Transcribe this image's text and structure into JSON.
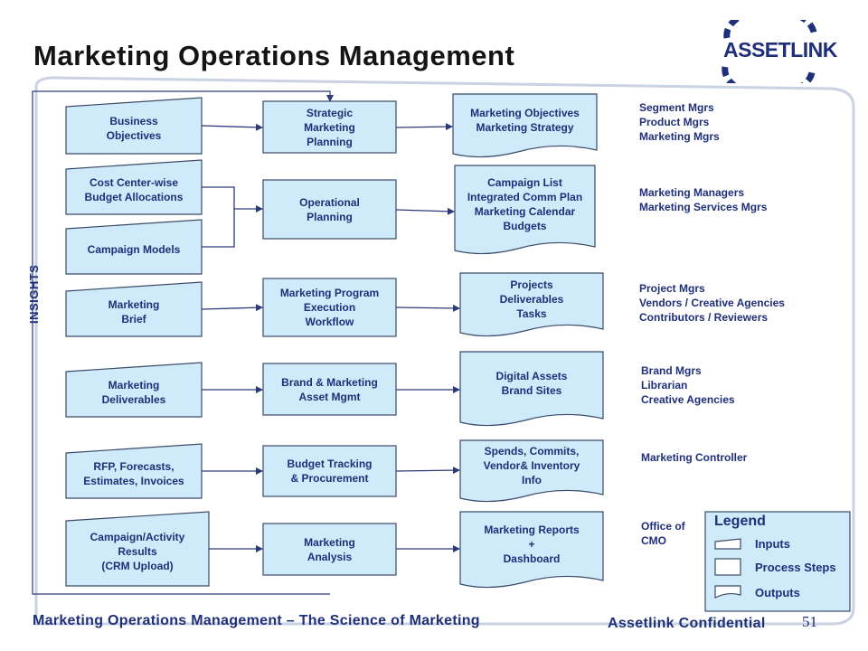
{
  "slide": {
    "title": "Marketing Operations Management",
    "footer_left": "Marketing Operations Management  –  The Science of Marketing",
    "footer_right": "Assetlink Confidential",
    "page_number": "51",
    "logo_text": "ASSETLINK",
    "insights_label": "INSIGHTS"
  },
  "inputs": [
    {
      "id": "business-objectives",
      "text": "Business\nObjectives"
    },
    {
      "id": "cost-center-budget",
      "text": "Cost Center-wise\nBudget Allocations"
    },
    {
      "id": "campaign-models",
      "text": "Campaign Models"
    },
    {
      "id": "marketing-brief",
      "text": "Marketing\nBrief"
    },
    {
      "id": "marketing-deliverables",
      "text": "Marketing\nDeliverables"
    },
    {
      "id": "rfp-forecasts",
      "text": "RFP, Forecasts,\nEstimates, Invoices"
    },
    {
      "id": "campaign-activity-results",
      "text": "Campaign/Activity\nResults\n(CRM Upload)"
    }
  ],
  "processes": [
    {
      "id": "strategic-marketing-planning",
      "text": "Strategic\nMarketing\nPlanning"
    },
    {
      "id": "operational-planning",
      "text": "Operational\nPlanning"
    },
    {
      "id": "marketing-program-execution",
      "text": "Marketing Program\nExecution\nWorkflow"
    },
    {
      "id": "brand-marketing-asset-mgmt",
      "text": "Brand & Marketing\nAsset Mgmt"
    },
    {
      "id": "budget-tracking",
      "text": "Budget Tracking\n& Procurement"
    },
    {
      "id": "marketing-analysis",
      "text": "Marketing\nAnalysis"
    }
  ],
  "outputs": [
    {
      "id": "objectives-strategy",
      "text": "Marketing Objectives\nMarketing Strategy"
    },
    {
      "id": "campaign-list",
      "text": "Campaign List\nIntegrated Comm Plan\nMarketing Calendar\nBudgets"
    },
    {
      "id": "projects-deliverables",
      "text": "Projects\nDeliverables\nTasks"
    },
    {
      "id": "digital-assets",
      "text": "Digital Assets\nBrand Sites"
    },
    {
      "id": "spends-commits",
      "text": "Spends, Commits,\nVendor& Inventory\nInfo"
    },
    {
      "id": "marketing-reports",
      "text": "Marketing Reports\n+\nDashboard"
    }
  ],
  "roles": [
    {
      "id": "segment-mgrs",
      "text": "Segment Mgrs\nProduct Mgrs\nMarketing Mgrs"
    },
    {
      "id": "marketing-managers",
      "text": "Marketing Managers\nMarketing Services Mgrs"
    },
    {
      "id": "project-mgrs",
      "text": "Project Mgrs\nVendors / Creative Agencies\nContributors / Reviewers"
    },
    {
      "id": "brand-mgrs",
      "text": "Brand Mgrs\nLibrarian\nCreative Agencies"
    },
    {
      "id": "marketing-controller",
      "text": "Marketing Controller"
    },
    {
      "id": "office-of-cmo",
      "text": "Office of\nCMO"
    }
  ],
  "legend": {
    "title": "Legend",
    "inputs": "Inputs",
    "process_steps": "Process Steps",
    "outputs": "Outputs"
  },
  "colors": {
    "box_fill": "#cfeaf8",
    "box_stroke": "#3b4a6b",
    "text": "#1f2f7a",
    "frame": "#c9d3e3",
    "arrow": "#2d3a7a"
  }
}
